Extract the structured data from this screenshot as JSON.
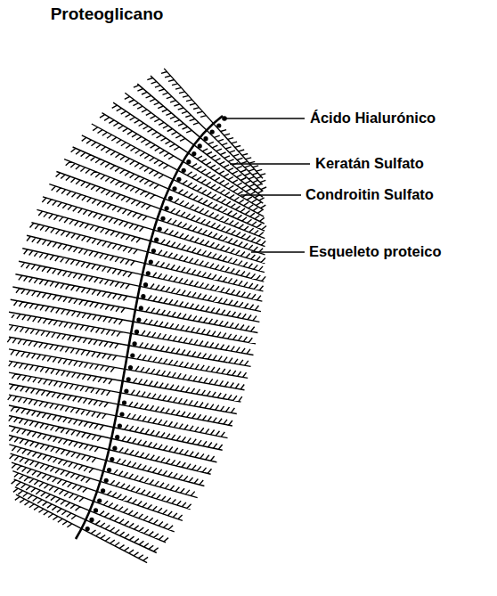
{
  "diagram": {
    "title": "Proteoglicano",
    "labels": [
      "Ácido Hialurónico",
      "Keratán Sulfato",
      "Condroitin Sulfato",
      "Esqueleto proteico"
    ]
  }
}
